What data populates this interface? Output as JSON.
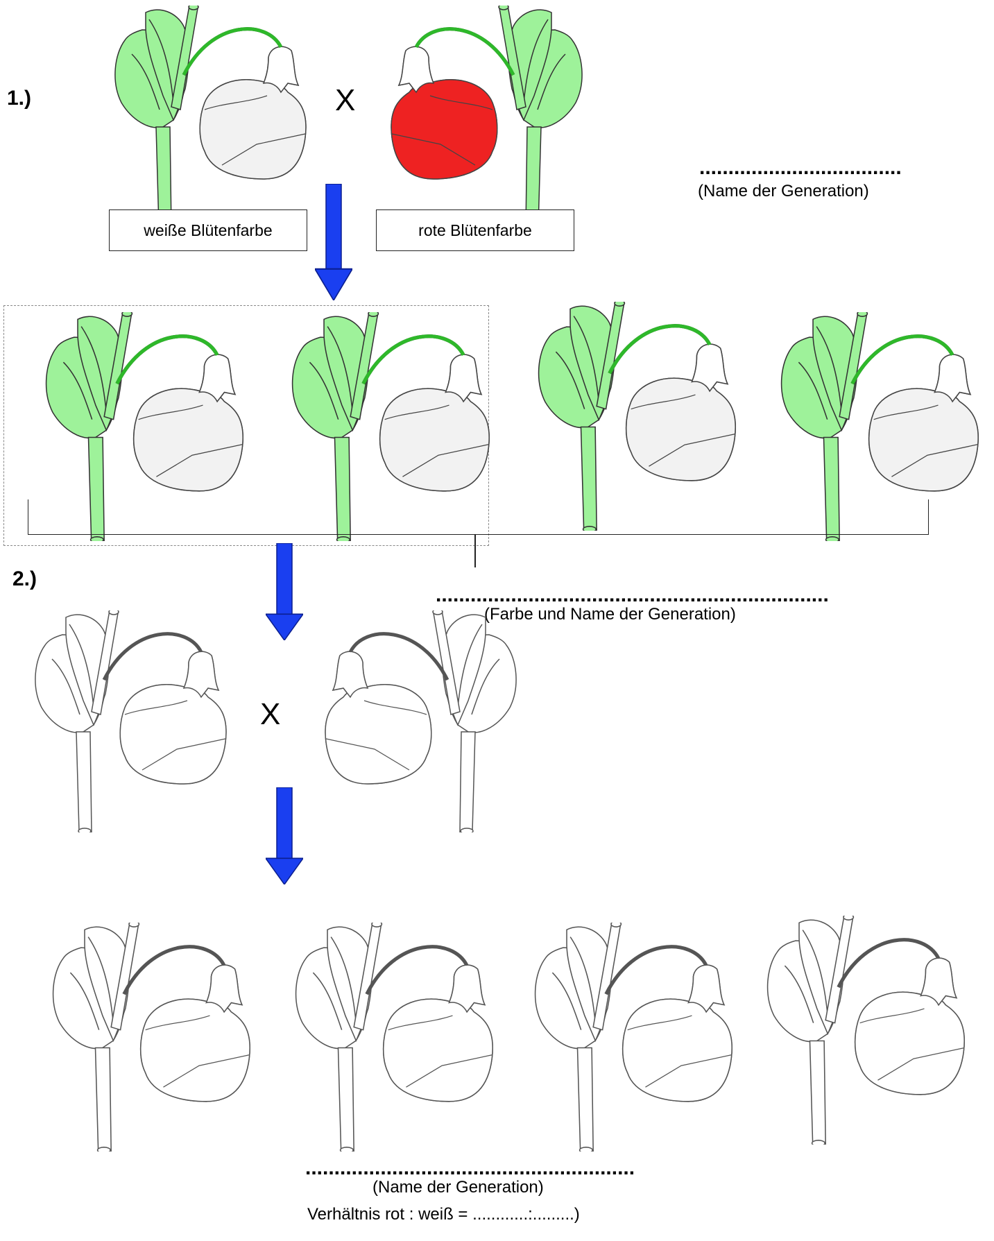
{
  "section1": {
    "label": "1.)",
    "cross_symbol": "X",
    "parent_left_label": "weiße Blütenfarbe",
    "parent_right_label": "rote Blütenfarbe",
    "generation_dots": "...................................",
    "generation_caption": "(Name der Generation)"
  },
  "f1": {
    "dots": "....................................................................",
    "caption": "(Farbe und Name der Generation)"
  },
  "section2": {
    "label": "2.)",
    "cross_symbol": "X"
  },
  "f2": {
    "dots": ".........................................................",
    "caption": "(Name der Generation)",
    "ratio": "Verhältnis rot : weiß = ............:.........)"
  },
  "colors": {
    "leaf": "#9ef29a",
    "leaf_dark": "#7fe07a",
    "stem": "#8ef58a",
    "petal_white": "#f2f2f2",
    "petal_red": "#ee2222",
    "arrow_blue": "#1a3ff0",
    "outline": "#333333"
  }
}
